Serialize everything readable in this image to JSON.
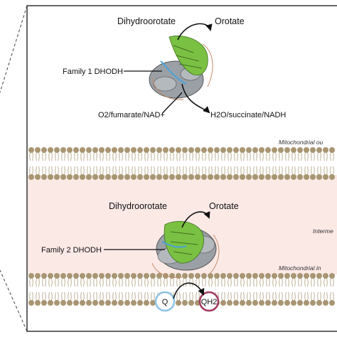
{
  "family1": {
    "substrate": "Dihydroorotate",
    "product": "Orotate",
    "enzyme_label": "Family 1 DHODH",
    "acceptor_ox": "O2/fumarate/NAD+",
    "acceptor_red": "H2O/succinate/NADH"
  },
  "family2": {
    "substrate": "Dihydroorotate",
    "product": "Orotate",
    "enzyme_label": "Family 2 DHODH",
    "quinone": "Q",
    "quinol": "QH2"
  },
  "membranes": {
    "outer": "Mitochondrial ou",
    "intermembrane": "Interme",
    "inner": "Mitochondrial in"
  },
  "colors": {
    "frame": "#333333",
    "lipid_head": "#a89572",
    "lipid_tail": "#b8aa8c",
    "intermembrane_fill": "#fbe9e6",
    "protein_gray": "#9aa0a6",
    "protein_green": "#7ac143",
    "quinone_ring": "#8ec3e6",
    "quinol_ring": "#a3375e"
  }
}
